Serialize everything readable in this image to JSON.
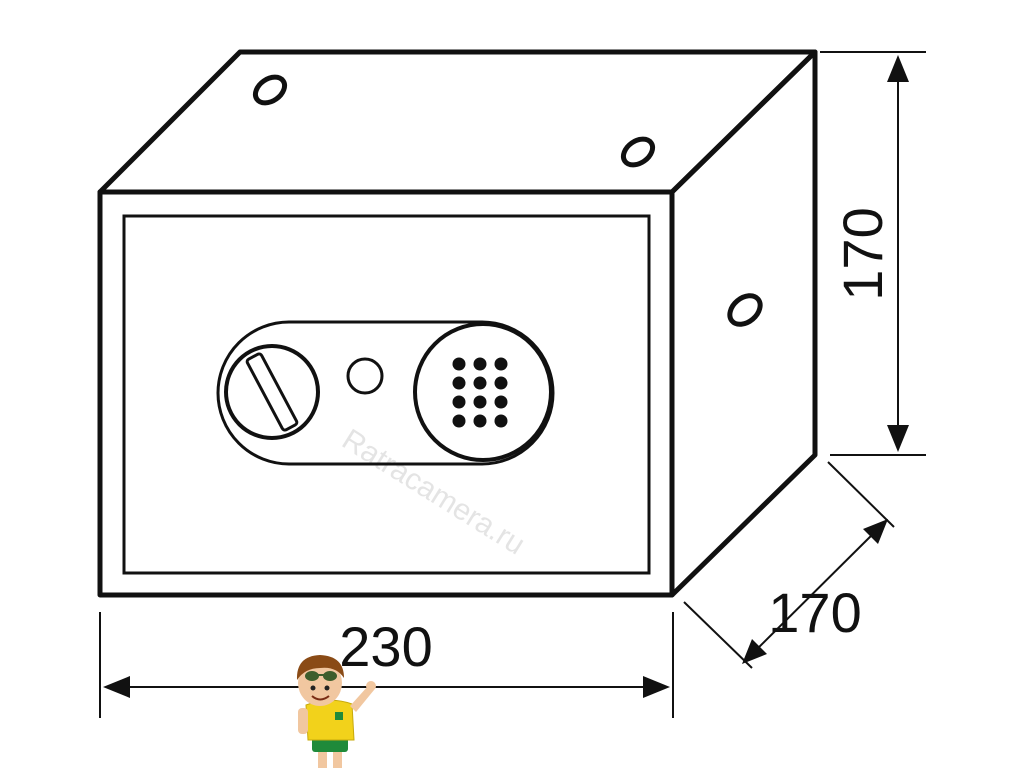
{
  "diagram": {
    "dimensions": {
      "width": "230",
      "height": "170",
      "depth": "170"
    },
    "watermark": "Ratracamera.ru",
    "colors": {
      "line": "#111111",
      "background": "#ffffff",
      "mascot_shirt": "#f2d21b",
      "mascot_shorts": "#1f8a3a",
      "mascot_hair": "#8a4b16"
    },
    "icons": {
      "keypad": "keypad-icon",
      "knob": "knob-icon",
      "keyhole": "keyhole-icon",
      "mascot": "mascot-icon"
    }
  }
}
